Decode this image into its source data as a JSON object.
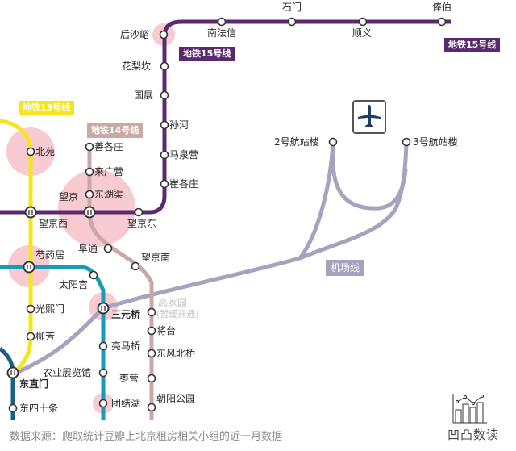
{
  "map": {
    "colors": {
      "line15": "#5b2a6e",
      "line13": "#f4e51c",
      "line14": "#c9a8a6",
      "line10": "#1a9bb5",
      "line2": "#1b5e86",
      "airport": "#a6a3c0",
      "heat": "#f08c9a"
    },
    "line_badges": {
      "line15_a": "地铁15号线",
      "line15_b": "地铁15号线",
      "line13": "地铁13号线",
      "line14": "地铁14号线",
      "airport": "机场线"
    },
    "stations": {
      "houshayu": "后沙峪",
      "nanfaxin": "南法信",
      "shimen": "石门",
      "shunyi": "顺义",
      "fengbo": "俸伯",
      "hualikan": "花梨坎",
      "guozhan": "国展",
      "sunhe": "孙河",
      "maquanying": "马泉营",
      "cuigezhuang": "崔各庄",
      "beiyuan": "北苑",
      "shangezhuang": "善各庄",
      "laiguangying": "来广营",
      "donghuqu": "东湖渠",
      "wangjing": "望京",
      "wangjingxi": "望京西",
      "wangjingdong": "望京东",
      "futong": "阜通",
      "wangjingnan": "望京南",
      "shaoyaoju": "芍药居",
      "taiyanggong": "太阳宫",
      "guangximen": "光熙门",
      "liufang": "柳芳",
      "sanyuanqiao": "三元桥",
      "gaojiayuan": "高家园",
      "gaojiayuan_note": "(暂缓开通)",
      "jiangtai": "将台",
      "liangmaqiao": "亮马桥",
      "dongfengbeiqiao": "东风北桥",
      "nongyezhanlanguan": "农业展览馆",
      "zaoying": "枣营",
      "dongzhimen": "东直门",
      "tuanjiehu": "团结湖",
      "chaoyanggongyuan": "朝阳公园",
      "dongsishitiao": "东四十条",
      "t2": "2号航站楼",
      "t3": "3号航站楼"
    },
    "icons": {
      "airport": "airplane-icon"
    }
  },
  "footer": {
    "source": "数据来源：爬取统计豆瓣上北京租房相关小组的近一月数据"
  },
  "brand": {
    "name": "凹凸数读"
  }
}
